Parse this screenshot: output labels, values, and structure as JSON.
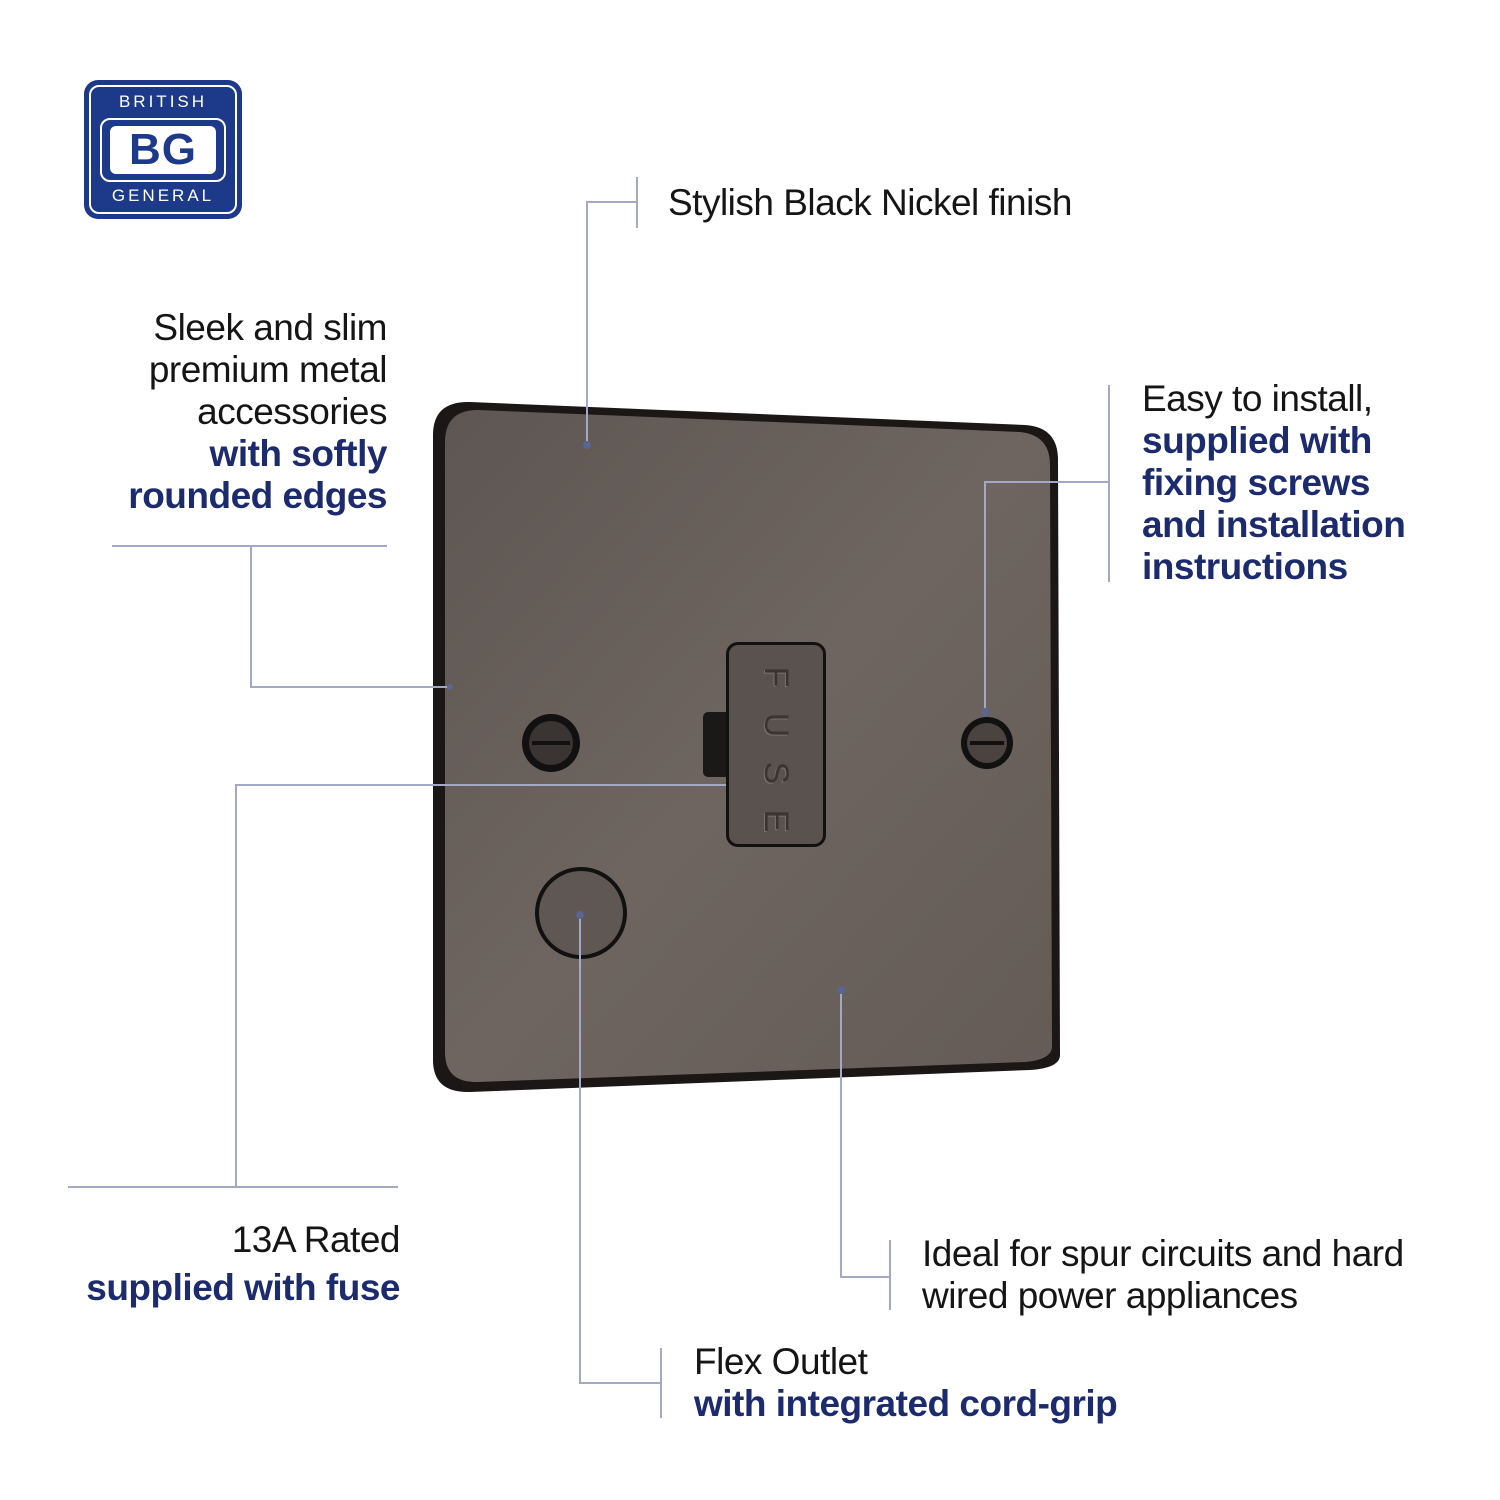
{
  "logo": {
    "top": "BRITISH",
    "mid": "BG",
    "bottom": "GENERAL"
  },
  "product": {
    "fuse_label": [
      "F",
      "U",
      "S",
      "E"
    ]
  },
  "callouts": {
    "finish": "Stylish Black Nickel finish",
    "sleek": {
      "plain": [
        "Sleek and slim",
        "premium metal",
        "accessories"
      ],
      "bold": [
        "with softly",
        "rounded edges"
      ]
    },
    "install": {
      "plain": [
        "Easy to install,"
      ],
      "bold": [
        "supplied with",
        "fixing screws",
        "and installation",
        "instructions"
      ]
    },
    "rated": {
      "plain": "13A Rated",
      "bold": "supplied with fuse"
    },
    "ideal": [
      "Ideal for spur circuits and hard",
      "wired power appliances"
    ],
    "flex": {
      "plain": "Flex Outlet",
      "bold": "with integrated cord-grip"
    }
  },
  "colors": {
    "accent": "#1c2a6e",
    "leader": "#a3a9c4",
    "plate": "#6b625d"
  }
}
